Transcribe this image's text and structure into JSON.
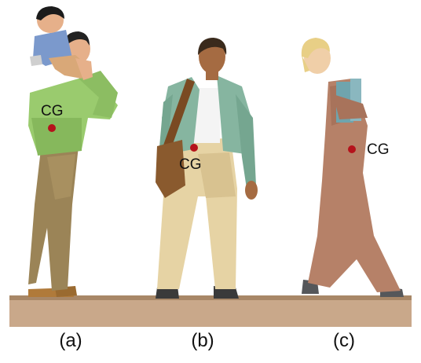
{
  "labels": {
    "a": "(a)",
    "b": "(b)",
    "c": "(c)"
  },
  "cg": {
    "a": "CG",
    "b": "CG",
    "c": "CG"
  },
  "colors": {
    "cg_dot": "#b5121b",
    "floor": "#c9a88a"
  }
}
